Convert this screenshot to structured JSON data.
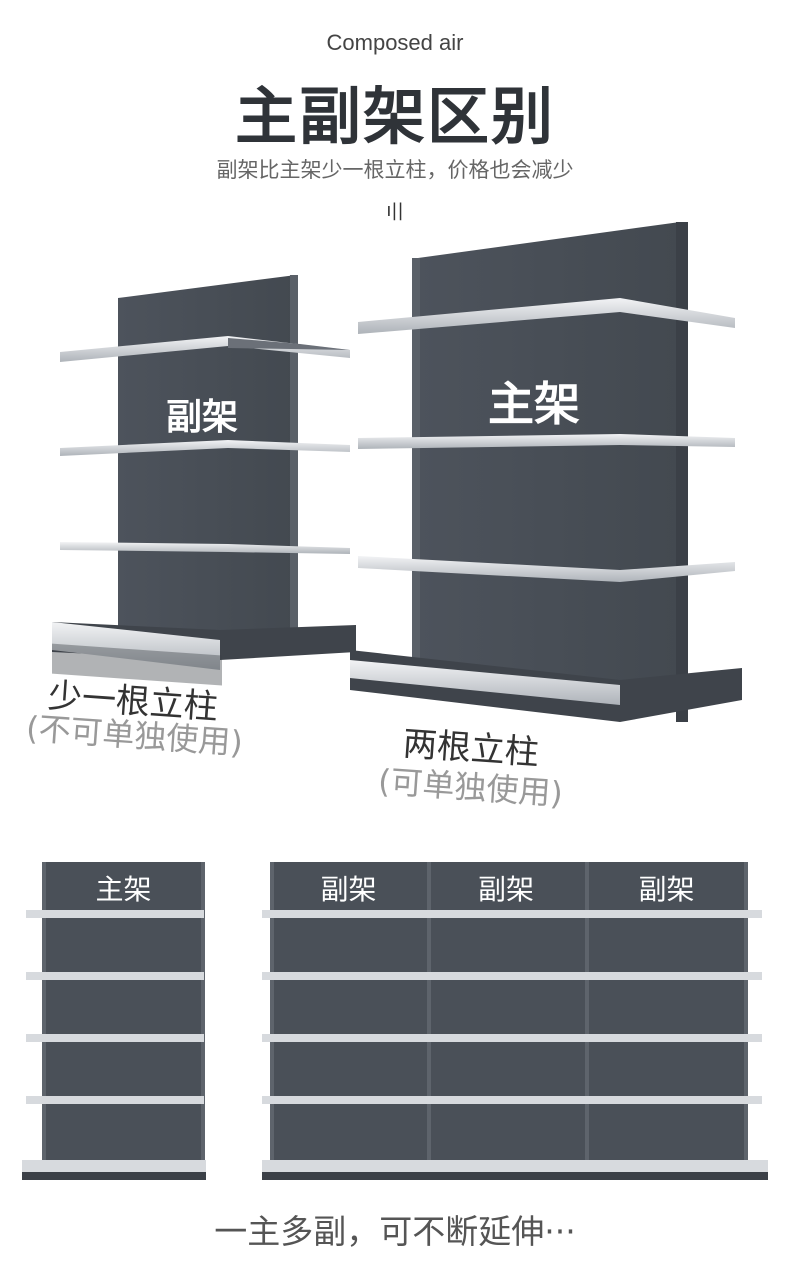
{
  "header": {
    "subtitle_en": "Composed air",
    "title": "主副架区别",
    "tagline": "副架比主架少一根立柱，价格也会减少",
    "marks": "ı\"ı"
  },
  "left_shelf": {
    "overlay": "副架",
    "label_line1": "少一根立柱",
    "label_line2": "(不可单独使用)"
  },
  "right_shelf": {
    "overlay": "主架",
    "label_line1": "两根立柱",
    "label_line2": "(可单独使用)"
  },
  "front_view": {
    "main_label": "主架",
    "secondary_labels": [
      "副架",
      "副架",
      "副架"
    ]
  },
  "footer": {
    "caption": "一主多副，可不断延伸···"
  },
  "colors": {
    "panel": "#4a5058",
    "panel_dark": "#3b4047",
    "shelf_edge": "#d7dade",
    "text_dark": "#2f3338"
  }
}
